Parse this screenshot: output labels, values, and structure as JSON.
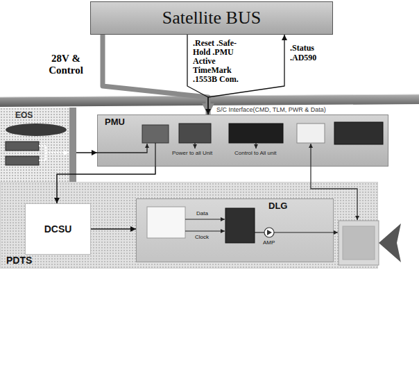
{
  "diagram": {
    "nodes": [
      {
        "text": [
          "Satellite BUS"
        ]
      },
      {
        "text": [
          "EOS"
        ]
      },
      {
        "text": [
          "PMU"
        ]
      },
      {
        "text": [
          "PDTS"
        ]
      },
      {
        "text": [
          "DCSU"
        ],
        "in": 3
      },
      {
        "text": [
          "DLG"
        ],
        "in": 3
      }
    ],
    "edges": [
      {
        "from": 0,
        "to": 2,
        "arrow": "to",
        "label": "28V & Control"
      },
      {
        "from": 0,
        "to": 2,
        "arrow": "to",
        "label": ".Reset .Safe-Hold .PMU Active TimeMark .1553B Com."
      },
      {
        "from": 2,
        "to": 0,
        "arrow": "to",
        "label": ".Status .AD590"
      },
      {
        "from": 1,
        "to": 2,
        "arrow": "to"
      },
      {
        "from": 2,
        "to": 4,
        "arrow": "to"
      },
      {
        "from": 4,
        "to": 5,
        "arrow": "to"
      }
    ],
    "labels": [
      "S/C Interface(CMD, TLM, PWR & Data)",
      "Power to all Unit",
      "Control to All unit",
      "Data",
      "Clock",
      "AMP"
    ]
  }
}
